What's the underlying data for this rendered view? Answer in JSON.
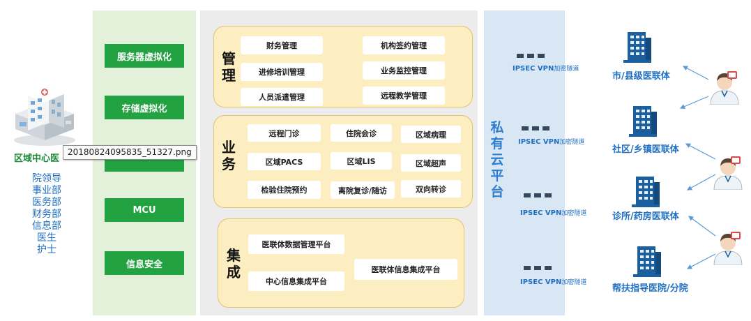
{
  "left": {
    "title": "区域中心医",
    "roles": [
      "院领导",
      "事业部",
      "医务部",
      "财务部",
      "信息部",
      "医生",
      "护士"
    ],
    "tooltip": "20180824095835_51327.png"
  },
  "infra": {
    "buttons": [
      "服务器虚拟化",
      "存储虚拟化",
      "",
      "MCU",
      "信息安全"
    ]
  },
  "groups": {
    "management": {
      "title": [
        "管",
        "理"
      ],
      "items": [
        "财务管理",
        "机构签约管理",
        "进修培训管理",
        "业务监控管理",
        "人员派遣管理",
        "远程教学管理"
      ]
    },
    "business": {
      "title": [
        "业",
        "务"
      ],
      "items": [
        "远程门诊",
        "住院会诊",
        "区域病理",
        "区域PACS",
        "区域LIS",
        "区域超声",
        "检验住院预约",
        "离院复诊/随访",
        "双向转诊"
      ]
    },
    "integration": {
      "title": [
        "集",
        "成"
      ],
      "items": [
        "医联体数据管理平台",
        "中心信息集成平台",
        "医联体信息集成平台"
      ]
    }
  },
  "cloud": {
    "title": [
      "私",
      "有",
      "云",
      "平",
      "台"
    ],
    "vpn_main": "IPSEC  VPN",
    "vpn_suffix": "加密隧道"
  },
  "nodes": [
    "市/县级医联体",
    "社区/乡镇医联体",
    "诊所/药房医联体",
    "帮扶指导医院/分院"
  ],
  "colors": {
    "green": "#23a242",
    "blue": "#1f6fc2",
    "yellow": "#fdeec1"
  }
}
